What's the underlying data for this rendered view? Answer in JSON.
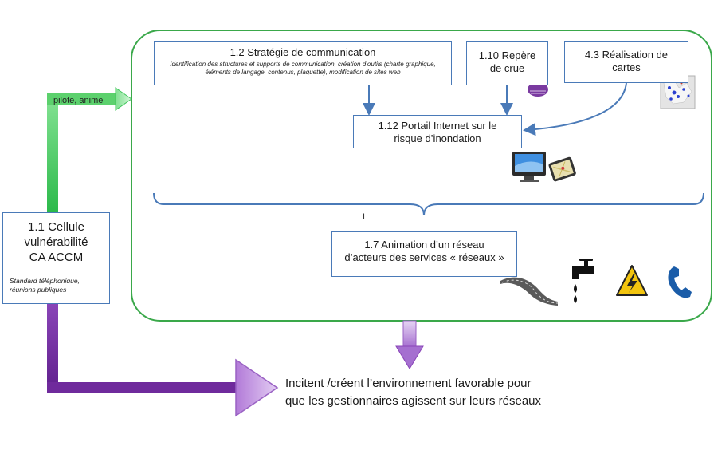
{
  "left_box": {
    "title_line1": "1.1 Cellule",
    "title_line2": "vulnérabilité",
    "title_line3": "CA ACCM",
    "subtitle": "Standard téléphonique, réunions publiques"
  },
  "pilote_label": "pilote, anime",
  "box_1_2": {
    "title": "1.2 Stratégie de communication",
    "subtitle": "Identification des structures  et supports de communication,  création d’outils (charte graphique, éléments de langage, contenus, plaquette), modification de sites web"
  },
  "box_1_10": {
    "title_line1": "1.10 Repère",
    "title_line2": "de crue"
  },
  "box_4_3": {
    "title_line1": "4.3 Réalisation de",
    "title_line2": "cartes"
  },
  "box_1_12": {
    "title_line1": "1.12 Portail Internet sur le",
    "title_line2": "risque d’inondation"
  },
  "tick_label": "I",
  "box_1_7": {
    "title_line1": "1.7 Animation d’un réseau",
    "title_line2": "d’acteurs des services « réseaux »"
  },
  "conclusion": {
    "line1": "Incitent /créent  l’environnement favorable pour",
    "line2": "que les gestionnaires agissent sur leurs réseaux"
  },
  "icons": [
    "repere-de-crue-icon",
    "map-thumbnail-icon",
    "computer-monitor-icon",
    "smartphone-icon",
    "road-icon",
    "water-tap-icon",
    "electricity-warning-icon",
    "phone-icon"
  ],
  "colors": {
    "container_border": "#3aa84a",
    "box_border": "#4a7ab8",
    "arrow_blue": "#4a7ab8",
    "green_arrow": "#3fc65a",
    "purple_arrow": "#7b2fa8",
    "purple_light": "#c49be0"
  }
}
